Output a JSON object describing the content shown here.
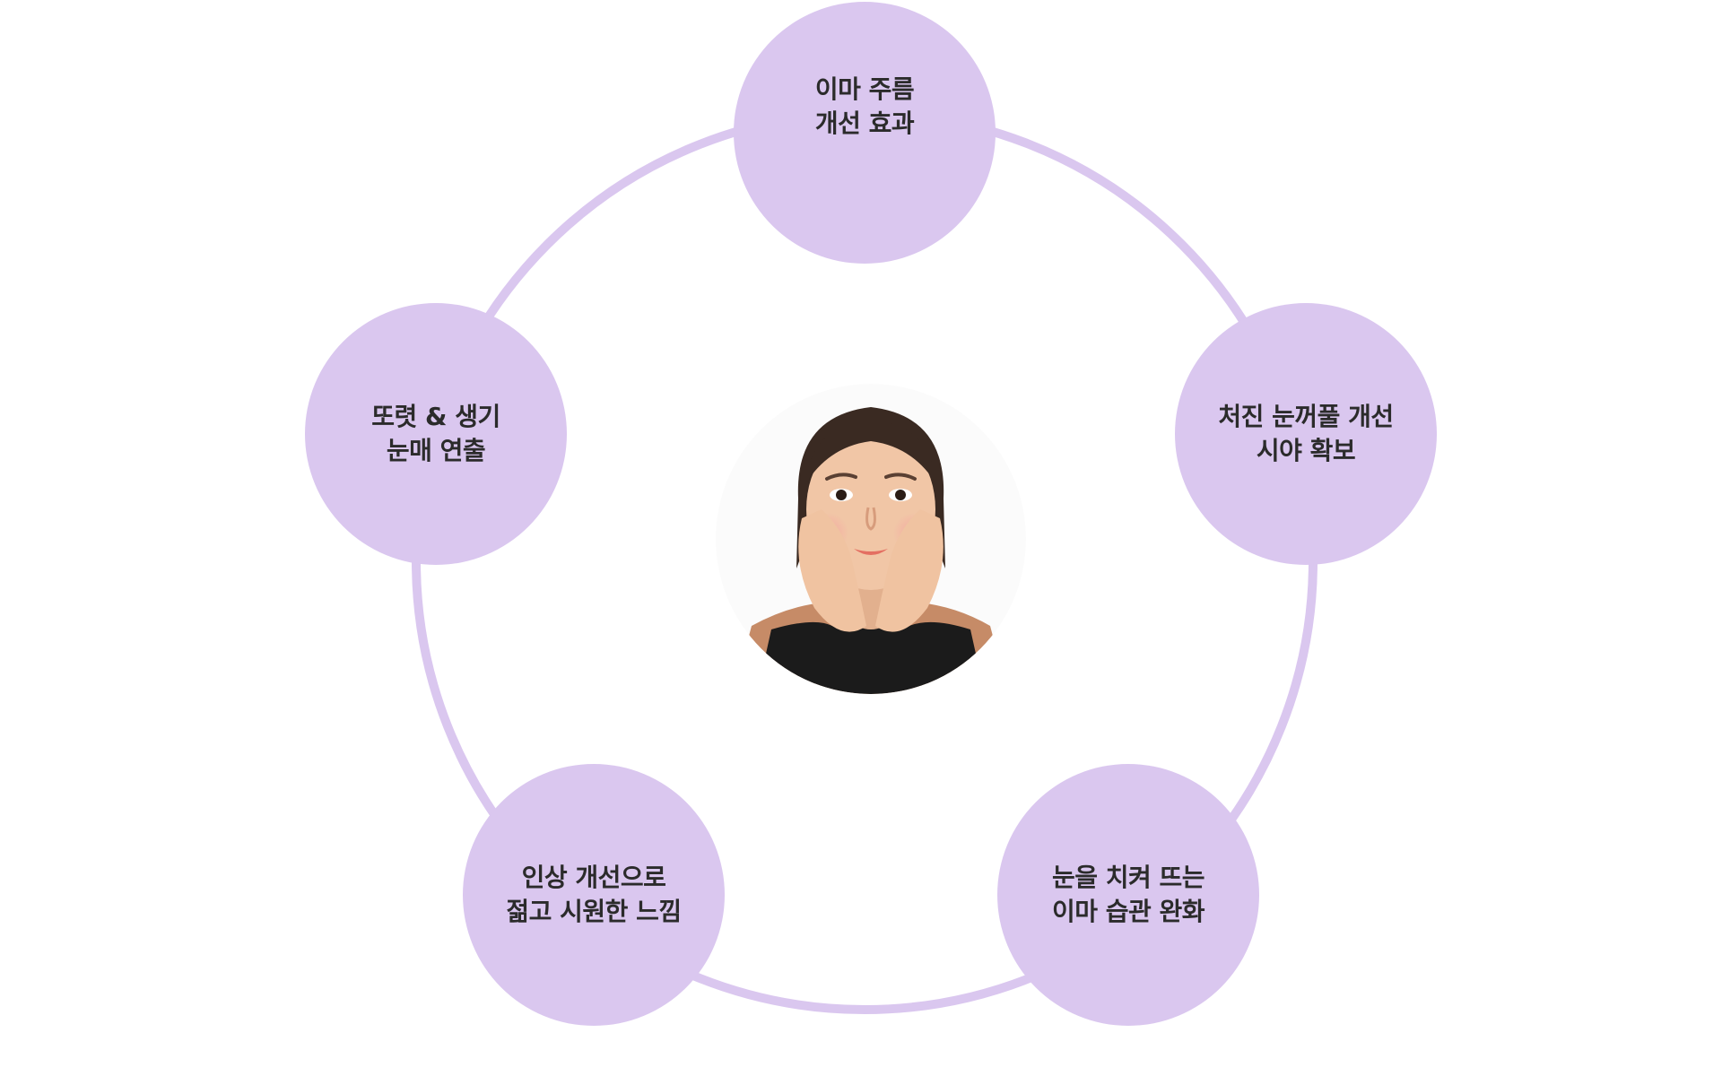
{
  "colors": {
    "accent": "#dac7ef",
    "ring": "#dac7ef",
    "text": "#2b2b2b",
    "background": "#ffffff"
  },
  "center": {
    "icon": "woman-portrait-photo"
  },
  "nodes": [
    {
      "line1": "이마 주름",
      "line2": "개선 효과"
    },
    {
      "line1": "처진 눈꺼풀 개선",
      "line2": "시야 확보"
    },
    {
      "line1": "눈을 치켜 뜨는",
      "line2": "이마 습관 완화"
    },
    {
      "line1": "인상 개선으로",
      "line2": "젊고 시원한 느낌"
    },
    {
      "line1": "또렷 & 생기",
      "line2": "눈매 연출"
    }
  ]
}
